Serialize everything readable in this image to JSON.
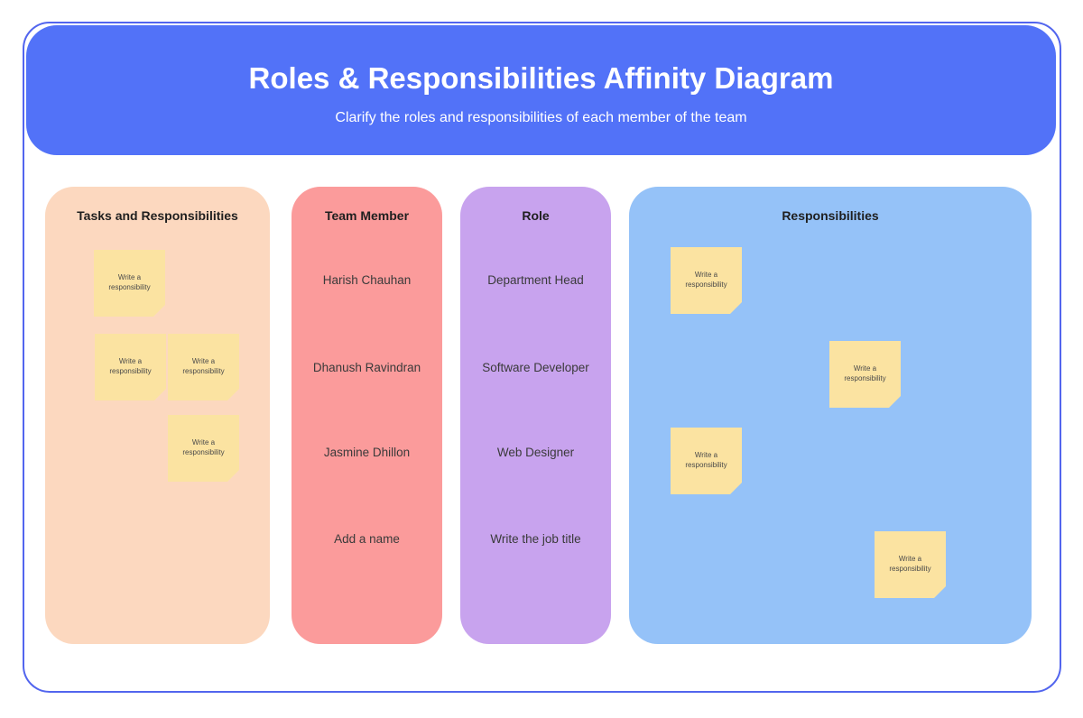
{
  "header": {
    "title": "Roles & Responsibilities Affinity Diagram",
    "subtitle": "Clarify the roles and responsibilities of each member of the team"
  },
  "panels": {
    "tasks": {
      "title": "Tasks and Responsibilities",
      "notes": [
        "Write a responsibility",
        "Write a responsibility",
        "Write a responsibility",
        "Write a responsibility"
      ]
    },
    "team_member": {
      "title": "Team Member",
      "items": [
        "Harish Chauhan",
        "Dhanush Ravindran",
        "Jasmine Dhillon",
        "Add a name"
      ]
    },
    "role": {
      "title": "Role",
      "items": [
        "Department Head",
        "Software Developer",
        "Web Designer",
        "Write the job title"
      ]
    },
    "responsibilities": {
      "title": "Responsibilities",
      "notes": [
        "Write a responsibility",
        "Write a responsibility",
        "Write a responsibility",
        "Write a responsibility"
      ]
    }
  },
  "colors": {
    "header_bg": "#5272f8",
    "board_border": "#5265ee",
    "panel_tasks": "#fcd8bf",
    "panel_team_member": "#fb9b9b",
    "panel_role": "#c8a3ee",
    "panel_responsibilities": "#95c2f8",
    "sticky_note": "#fbe3a1"
  }
}
